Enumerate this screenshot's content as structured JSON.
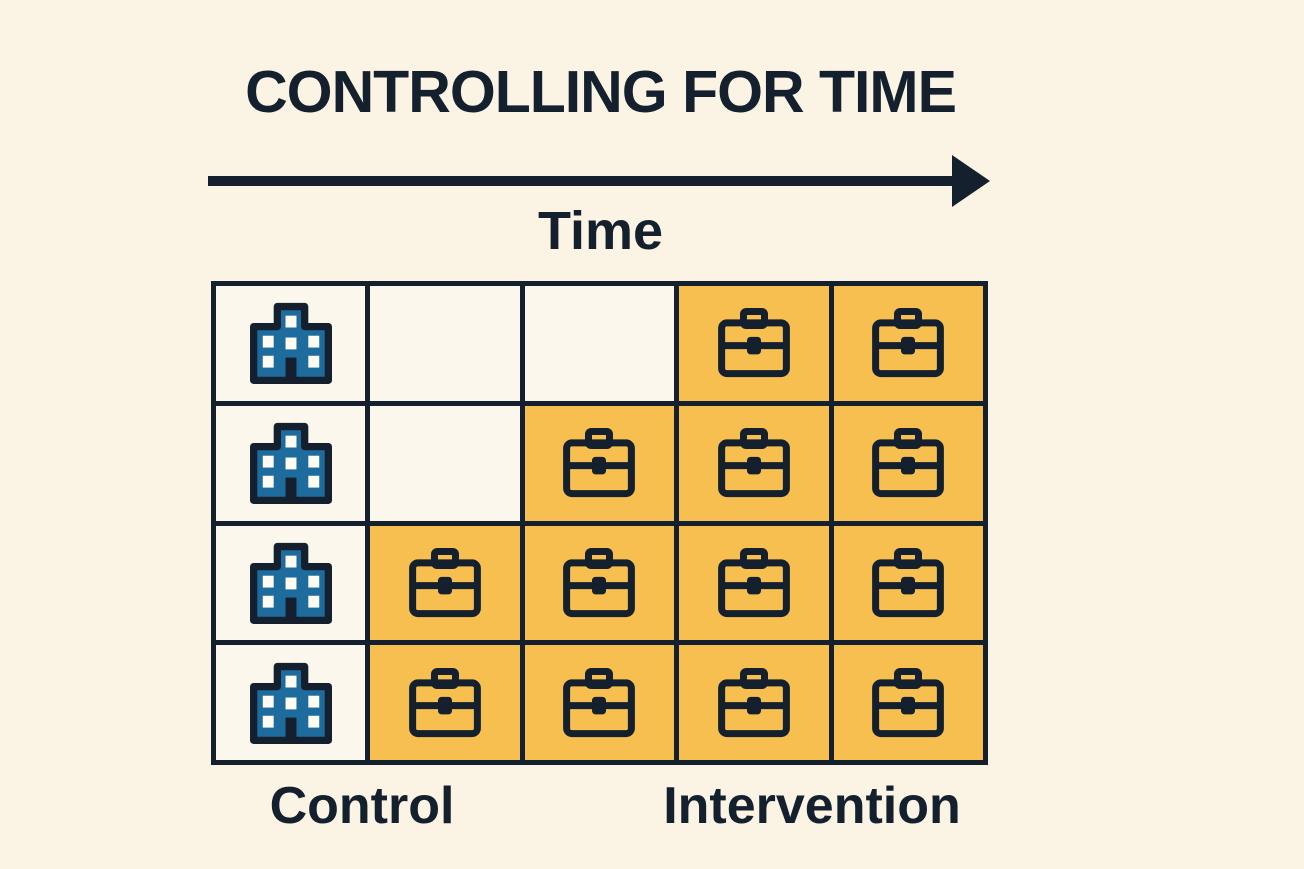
{
  "page": {
    "title": "CONTROLLING FOR TIME",
    "background_color": "#fbf4e4"
  },
  "colors": {
    "navy_outline": "#14202d",
    "yellow_cell": "#f6bf4f",
    "cream_cell": "#fcf7ec",
    "building_blue": "#1e6b9e",
    "window_white": "#fdfbf2"
  },
  "time_axis": {
    "label": "Time",
    "direction": "right"
  },
  "grid": {
    "columns": 5,
    "rows_count": 4,
    "icons": {
      "building": "building-icon",
      "briefcase": "briefcase-icon"
    },
    "rows": [
      {
        "cells": [
          {
            "icon": "building",
            "bg": "cream"
          },
          {
            "icon": null,
            "bg": "cream"
          },
          {
            "icon": null,
            "bg": "cream"
          },
          {
            "icon": "briefcase",
            "bg": "yellow"
          },
          {
            "icon": "briefcase",
            "bg": "yellow"
          }
        ]
      },
      {
        "cells": [
          {
            "icon": "building",
            "bg": "cream"
          },
          {
            "icon": null,
            "bg": "cream"
          },
          {
            "icon": "briefcase",
            "bg": "yellow"
          },
          {
            "icon": "briefcase",
            "bg": "yellow"
          },
          {
            "icon": "briefcase",
            "bg": "yellow"
          }
        ]
      },
      {
        "cells": [
          {
            "icon": "building",
            "bg": "cream"
          },
          {
            "icon": "briefcase",
            "bg": "yellow"
          },
          {
            "icon": "briefcase",
            "bg": "yellow"
          },
          {
            "icon": "briefcase",
            "bg": "yellow"
          },
          {
            "icon": "briefcase",
            "bg": "yellow"
          }
        ]
      },
      {
        "cells": [
          {
            "icon": "building",
            "bg": "cream"
          },
          {
            "icon": "briefcase",
            "bg": "yellow"
          },
          {
            "icon": "briefcase",
            "bg": "yellow"
          },
          {
            "icon": "briefcase",
            "bg": "yellow"
          },
          {
            "icon": "briefcase",
            "bg": "yellow"
          }
        ]
      }
    ]
  },
  "footer": {
    "control_label": "Control",
    "intervention_label": "Intervention"
  }
}
